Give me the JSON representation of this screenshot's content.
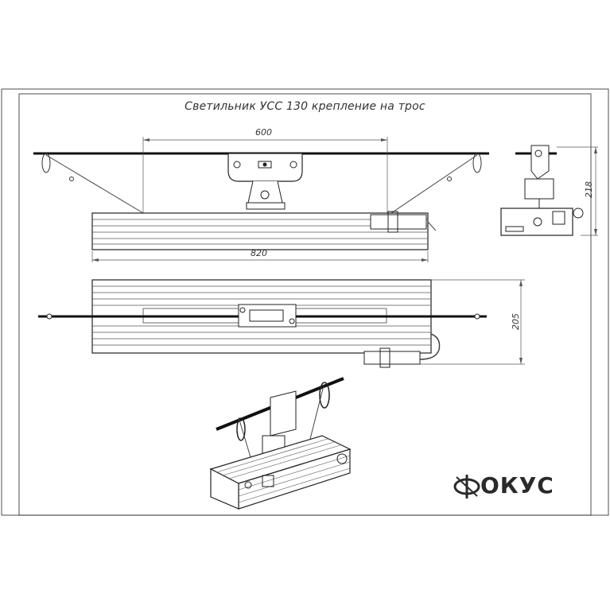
{
  "drawing": {
    "title": "Светильник УСС 130 крепление на трос",
    "dimensions": {
      "mount_span": "600",
      "length": "820",
      "side_height": "218",
      "width": "205"
    },
    "brand": {
      "logo_text": "ОКУС",
      "logo_icon": "fokus-logo-icon"
    },
    "colors": {
      "line": "#2a2a2a",
      "thin": "#555555",
      "paper": "#ffffff"
    }
  }
}
